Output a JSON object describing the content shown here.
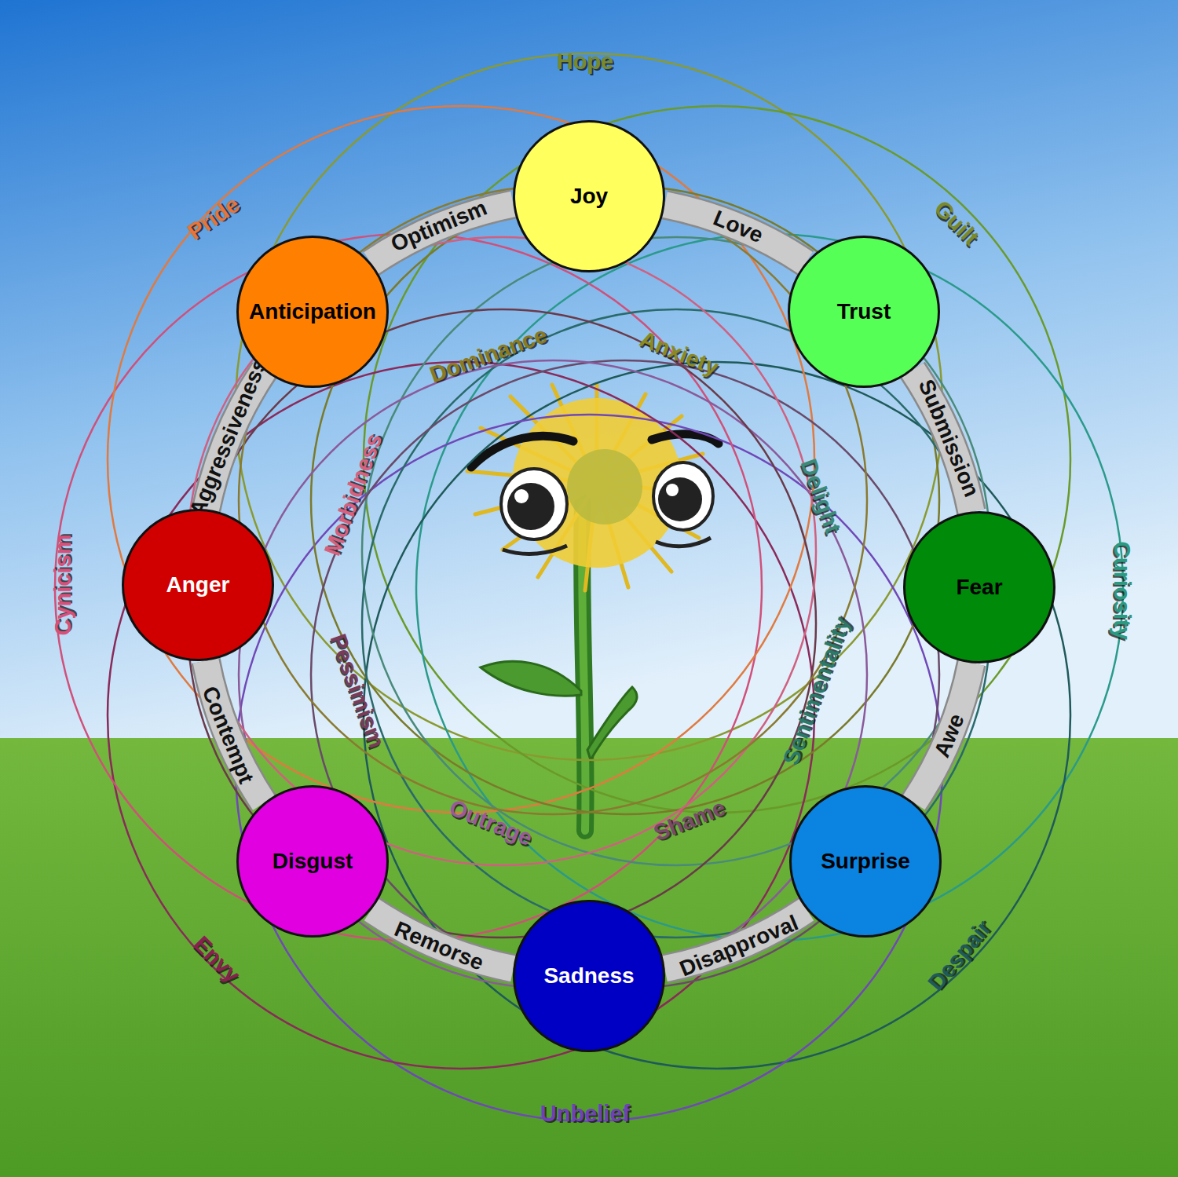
{
  "diagram": {
    "nodes": [
      {
        "text": [
          "Joy"
        ]
      },
      {
        "text": [
          "Trust"
        ]
      },
      {
        "text": [
          "Fear"
        ]
      },
      {
        "text": [
          "Surprise"
        ]
      },
      {
        "text": [
          "Sadness"
        ]
      },
      {
        "text": [
          "Disgust"
        ]
      },
      {
        "text": [
          "Anger"
        ]
      },
      {
        "text": [
          "Anticipation"
        ]
      }
    ],
    "edges": [
      {
        "from": 0,
        "to": 1,
        "arrow": "none",
        "label": "Love"
      },
      {
        "from": 1,
        "to": 2,
        "arrow": "none",
        "label": "Submission"
      },
      {
        "from": 2,
        "to": 3,
        "arrow": "none",
        "label": "Awe"
      },
      {
        "from": 3,
        "to": 4,
        "arrow": "none",
        "label": "Disapproval"
      },
      {
        "from": 4,
        "to": 5,
        "arrow": "none",
        "label": "Remorse"
      },
      {
        "from": 5,
        "to": 6,
        "arrow": "none",
        "label": "Contempt"
      },
      {
        "from": 6,
        "to": 7,
        "arrow": "none",
        "label": "Aggressiveness"
      },
      {
        "from": 7,
        "to": 0,
        "arrow": "none",
        "label": "Optimism"
      }
    ],
    "labels": [
      "Hope",
      "Guilt",
      "Curiosity",
      "Despair",
      "Unbelief",
      "Envy",
      "Cynicism",
      "Pride",
      "Dominance",
      "Anxiety",
      "Delight",
      "Sentimentality",
      "Shame",
      "Outrage",
      "Pessimism",
      "Morbidness"
    ]
  }
}
